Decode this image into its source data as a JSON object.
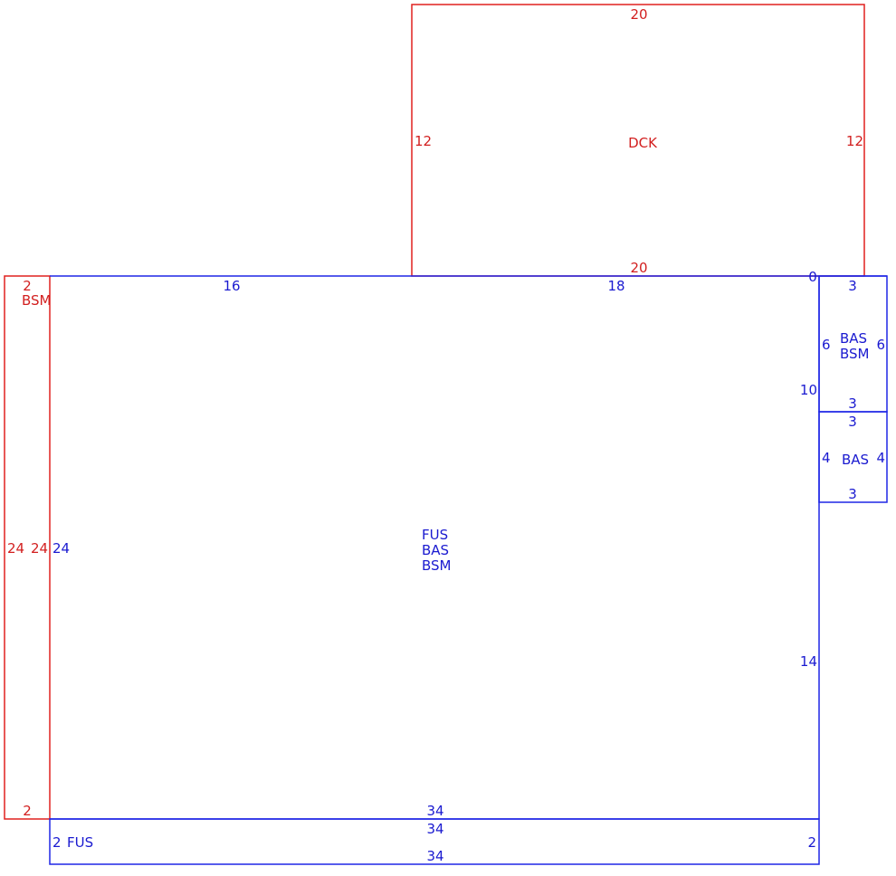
{
  "sketch": {
    "colors": {
      "structure_red": "#e0201f",
      "structure_blue": "#1f26e6"
    },
    "deck": {
      "name": "DCK",
      "top": "20",
      "bottom": "20",
      "left": "12",
      "right": "12"
    },
    "basement_strip": {
      "name": "BSM",
      "top": "2",
      "bottom": "2",
      "left": "24",
      "right": "24"
    },
    "main": {
      "name_line1": "FUS",
      "name_line2": "BAS",
      "name_line3": "BSM",
      "top_left": "16",
      "top_right": "18",
      "left": "24",
      "right_upper": "10",
      "right_lower": "14",
      "bottom": "34",
      "corner": "0"
    },
    "bump_upper": {
      "name_line1": "BAS",
      "name_line2": "BSM",
      "top": "3",
      "bottom": "3",
      "left": "6",
      "right": "6"
    },
    "bump_lower": {
      "name": "BAS",
      "top": "3",
      "bottom": "3",
      "left": "4",
      "right": "4"
    },
    "foundation_strip": {
      "name": "FUS",
      "left": "2",
      "right": "2",
      "top": "34",
      "bottom": "34"
    }
  }
}
